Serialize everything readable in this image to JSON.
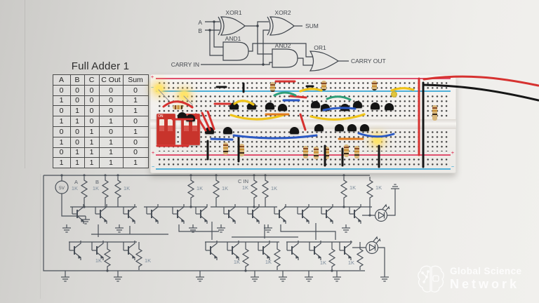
{
  "gate_diagram": {
    "inputs": {
      "a": "A",
      "b": "B",
      "carry_in": "CARRY IN"
    },
    "outputs": {
      "sum": "SUM",
      "carry_out": "CARRY OUT"
    },
    "gates": [
      {
        "label": "XOR1"
      },
      {
        "label": "XOR2"
      },
      {
        "label": "AND1"
      },
      {
        "label": "AND2"
      },
      {
        "label": "OR1"
      }
    ]
  },
  "truth_table": {
    "title": "Full Adder 1",
    "headers": [
      "A",
      "B",
      "C",
      "C Out",
      "Sum"
    ],
    "rows": [
      [
        "0",
        "0",
        "0",
        "0",
        "0"
      ],
      [
        "1",
        "0",
        "0",
        "0",
        "1"
      ],
      [
        "0",
        "1",
        "0",
        "0",
        "1"
      ],
      [
        "1",
        "1",
        "0",
        "1",
        "0"
      ],
      [
        "0",
        "0",
        "1",
        "0",
        "1"
      ],
      [
        "1",
        "0",
        "1",
        "1",
        "0"
      ],
      [
        "0",
        "1",
        "1",
        "1",
        "0"
      ],
      [
        "1",
        "1",
        "1",
        "1",
        "1"
      ]
    ]
  },
  "breadboard": {
    "dip_switch_label": "ON",
    "rail_positive": "+",
    "rail_negative": "−",
    "led_states": [
      "on",
      "on",
      "off",
      "on"
    ]
  },
  "schematic": {
    "supply_label": "5V",
    "input_a_label": "A",
    "input_b_label": "B",
    "carry_in_label": "C IN",
    "resistor_label": "1K"
  },
  "watermark": {
    "line1": "Global Science",
    "line2": "Network"
  },
  "colors": {
    "breadboard_rail_red": "#e0506e",
    "breadboard_rail_blue": "#4fb0d8",
    "led_yellow": "#ffd94e",
    "wire_red": "#d63230",
    "wire_yellow": "#efc319",
    "wire_blue": "#2b59c3",
    "wire_orange": "#e07b1f",
    "wire_green": "#2f9e78",
    "wire_black": "#161616",
    "schematic_ink": "#4a5058",
    "label_blue_gray": "#7d8c9b"
  }
}
